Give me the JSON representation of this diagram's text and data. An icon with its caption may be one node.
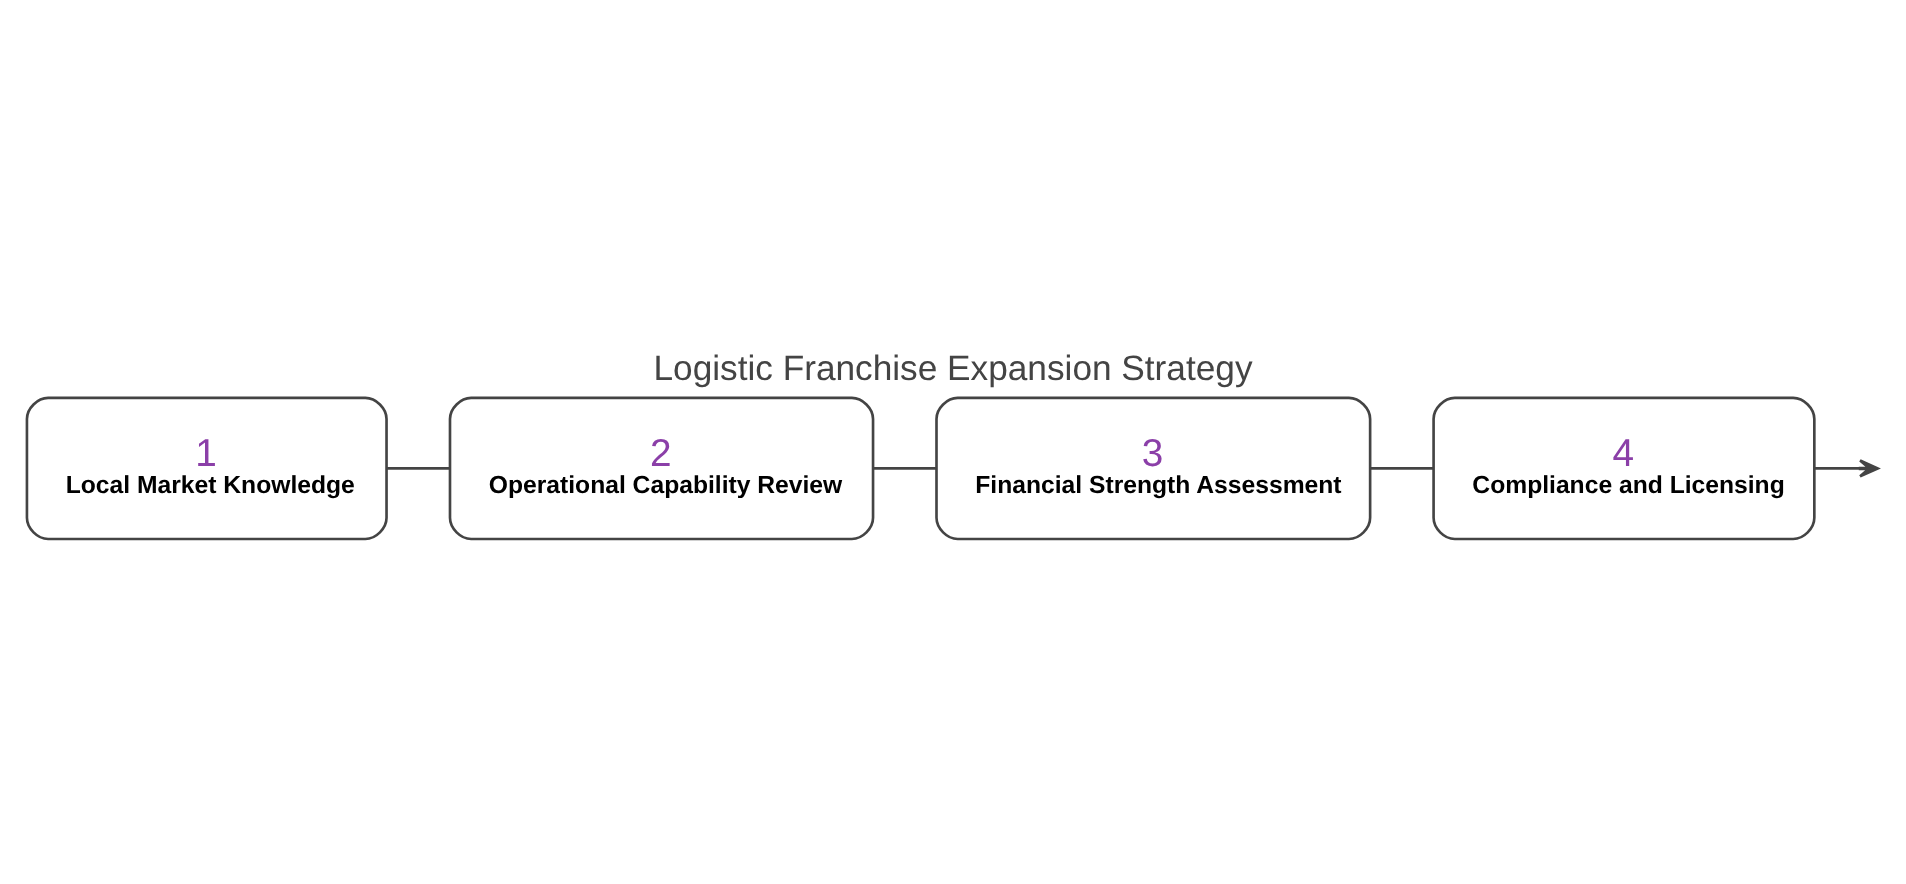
{
  "diagram": {
    "title": "Logistic Franchise Expansion Strategy",
    "nodes": [
      {
        "text": [
          "1",
          "Local Market Knowledge"
        ]
      },
      {
        "text": [
          "2",
          "Operational Capability Review"
        ]
      },
      {
        "text": [
          "3",
          "Financial Strength Assessment"
        ]
      },
      {
        "text": [
          "4",
          "Compliance and Licensing"
        ]
      }
    ],
    "edges": [
      {
        "from": 0,
        "to": 1,
        "arrow": "none"
      },
      {
        "from": 1,
        "to": 2,
        "arrow": "none"
      },
      {
        "from": 2,
        "to": 3,
        "arrow": "none"
      },
      {
        "from": 3,
        "to": null,
        "arrow": "to"
      }
    ]
  }
}
